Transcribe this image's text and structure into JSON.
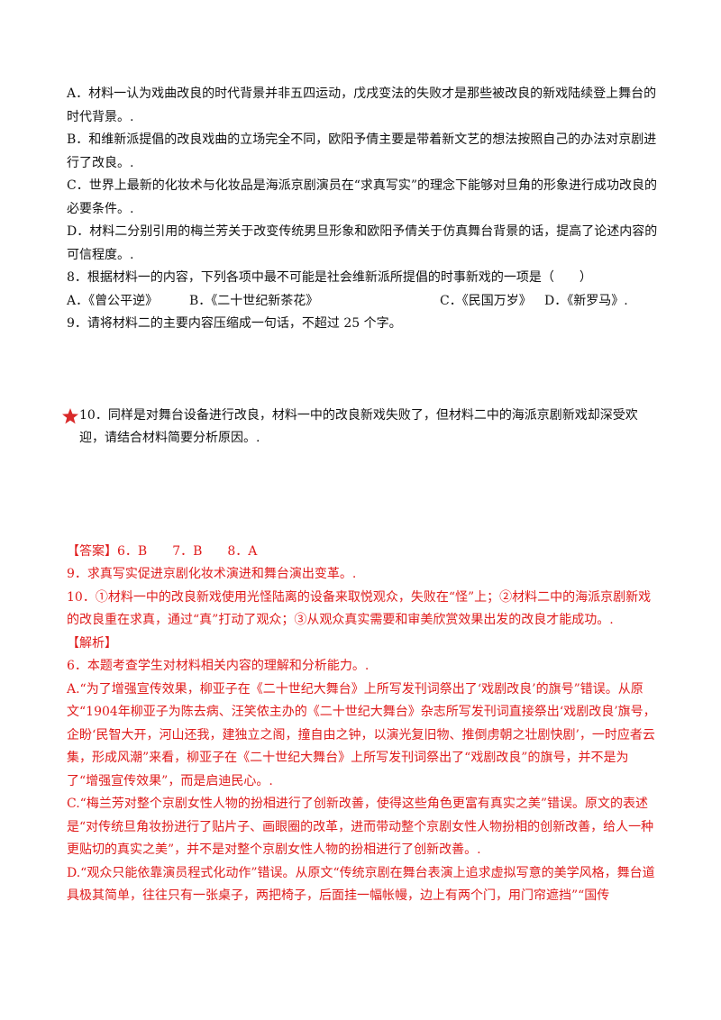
{
  "questions": {
    "q7_options": {
      "a": "A．材料一认为戏曲改良的时代背景并非五四运动，戊戌变法的失败才是那些被改良的新戏陆续登上舞台的时代背景。.",
      "b": "B．和维新派提倡的改良戏曲的立场完全不同，欧阳予倩主要是带着新文艺的想法按照自己的办法对京剧进行了改良。.",
      "c": "C．世界上最新的化妆术与化妆品是海派京剧演员在“求真写实”的理念下能够对旦角的形象进行成功改良的必要条件。.",
      "d": "D．材料二分别引用的梅兰芳关于改变传统男旦形象和欧阳予倩关于仿真舞台背景的话，提高了论述内容的可信程度。."
    },
    "q8": {
      "stem": "8．根据材料一的内容，下列各项中最不可能是社会维新派所提倡的时事新戏的一项是（　　）",
      "a": "A．《曾公平逆》",
      "b": "B．《二十世纪新茶花》",
      "c": "C．《民国万岁》",
      "d": "D．《新罗马》."
    },
    "q9": "9．请将材料二的主要内容压缩成一句话，不超过 25 个字。",
    "q10": "10．同样是对舞台设备进行改良，材料一中的改良新戏失败了，但材料二中的海派京剧新戏却深受欢迎，请结合材料简要分析原因。."
  },
  "answers": {
    "header": "【答案】6．B　　7．B　　8．A",
    "a9": "9．求真写实促进京剧化妆术演进和舞台演出变革。.",
    "a10": "10．①材料一中的改良新戏使用光怪陆离的设备来取悦观众，失败在“怪”上；②材料二中的海派京剧新戏的改良重在求真，通过“真”打动了观众；③从观众真实需要和审美欣赏效果出发的改良才能成功。."
  },
  "analysis": {
    "header": "【解析】",
    "intro": "6．本题考查学生对材料相关内容的理解和分析能力。.",
    "a": "A.“为了增强宣传效果，柳亚子在《二十世纪大舞台》上所写发刊词祭出了‘戏剧改良’的旗号”错误。从原文“1904年柳亚子为陈去病、汪笑侬主办的《二十世纪大舞台》杂志所写发刊词直接祭出‘戏剧改良’旗号，企盼‘民智大开，河山还我，建独立之阁，撞自由之钟，以演光复旧物、推倒虏朝之壮剧快剧’，一时应者云集，形成风潮”来看，柳亚子在《二十世纪大舞台》上所写发刊词祭出了“戏剧改良”的旗号，并不是为了“增强宣传效果”，而是启迪民心。.",
    "c": "C.“梅兰芳对整个京剧女性人物的扮相进行了创新改善，使得这些角色更富有真实之美”错误。原文的表述是“对传统旦角妆扮进行了贴片子、画眼圈的改革，进而带动整个京剧女性人物扮相的创新改善，给人一种更贴切的真实之美”，并不是对整个京剧女性人物的扮相进行了创新改善。.",
    "d": "D.“观众只能依靠演员程式化动作”错误。从原文“传统京剧在舞台表演上追求虚拟写意的美学风格，舞台道具极其简单，往往只有一张桌子，两把椅子，后面挂一幅帐幔，边上有两个门，用门帘遮挡”“国传"
  },
  "colors": {
    "answer_red": "#e01b1b",
    "text": "#111111"
  },
  "icons": {
    "q10_marker": "red-star-icon"
  }
}
